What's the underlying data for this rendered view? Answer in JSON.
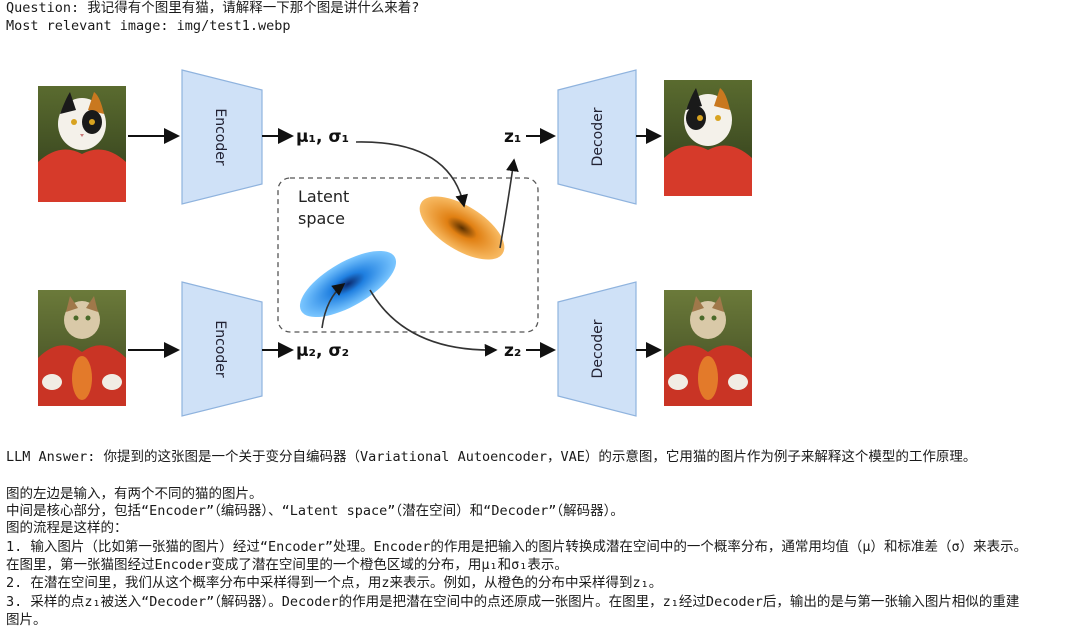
{
  "header": {
    "question": "Question: 我记得有个图里有猫，请解释一下那个图是讲什么来着?",
    "image_path": "Most relevant image: img/test1.webp"
  },
  "diagram": {
    "encoder_label": "Encoder",
    "decoder_label": "Decoder",
    "mu1": "μ₁, σ₁",
    "mu2": "μ₂, σ₂",
    "z1": "z₁",
    "z2": "z₂",
    "latent_line1": "Latent",
    "latent_line2": "space",
    "colors": {
      "box_fill": "#cfe1f7",
      "box_stroke": "#8fb3de",
      "orange": "#f19b2c",
      "blue": "#2a8ee8"
    }
  },
  "answer": {
    "intro": "LLM Answer: 你提到的这张图是一个关于变分自编码器（Variational Autoencoder，VAE）的示意图，它用猫的图片作为例子来解释这个模型的工作原理。",
    "line1": "图的左边是输入，有两个不同的猫的图片。",
    "line2": "中间是核心部分，包括“Encoder”（编码器）、“Latent space”（潜在空间）和“Decoder”（解码器）。",
    "line3": "图的流程是这样的：",
    "step1": "1. 输入图片（比如第一张猫的图片）经过“Encoder”处理。Encoder的作用是把输入的图片转换成潜在空间中的一个概率分布，通常用均值（μ）和标准差（σ）来表示。",
    "step1b": "在图里，第一张猫图经过Encoder变成了潜在空间里的一个橙色区域的分布，用μ₁和σ₁表示。",
    "step2": "2. 在潜在空间里，我们从这个概率分布中采样得到一个点，用z来表示。例如，从橙色的分布中采样得到z₁。",
    "step3": "3. 采样的点z₁被送入“Decoder”（解码器）。Decoder的作用是把潜在空间中的点还原成一张图片。在图里，z₁经过Decoder后，输出的是与第一张输入图片相似的重建",
    "step3b": "图片。"
  }
}
